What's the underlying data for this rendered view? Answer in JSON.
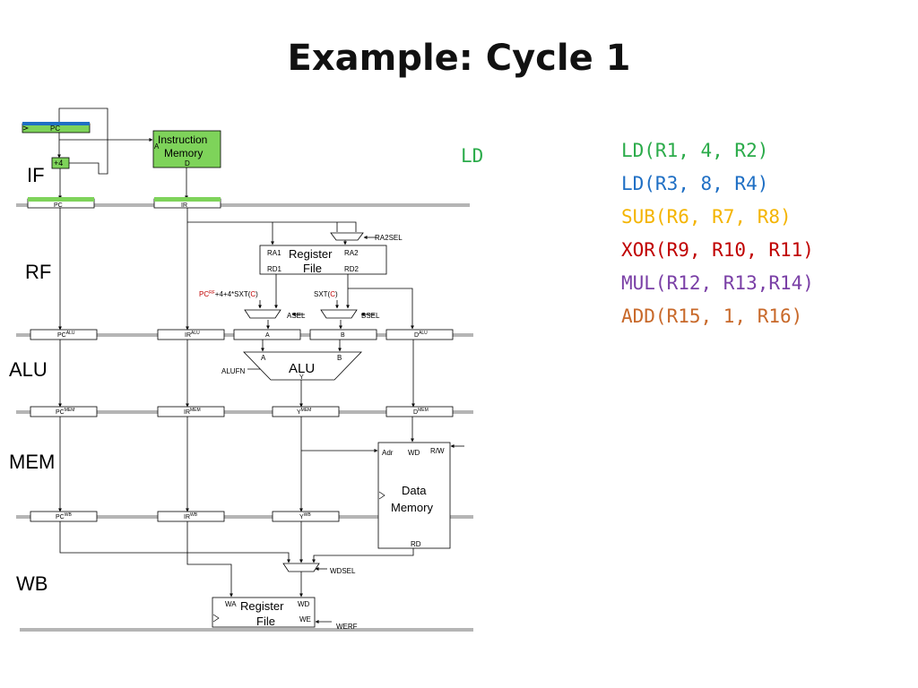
{
  "title": "Example: Cycle 1",
  "current_stage_instruction": {
    "text": "LD",
    "color": "#2bab4a"
  },
  "instructions": [
    {
      "text": "LD(R1, 4, R2)",
      "color": "#2bab4a"
    },
    {
      "text": "LD(R3, 8, R4)",
      "color": "#1f6fc4"
    },
    {
      "text": "SUB(R6, R7, R8)",
      "color": "#f4b400"
    },
    {
      "text": "XOR(R9, R10, R11)",
      "color": "#c00000"
    },
    {
      "text": "MUL(R12, R13,R14)",
      "color": "#7a3fa6"
    },
    {
      "text": "ADD(R15, 1, R16)",
      "color": "#c8692a"
    }
  ],
  "stages": [
    "IF",
    "RF",
    "ALU",
    "MEM",
    "WB"
  ],
  "diagram": {
    "pc": "PC",
    "plus4": "+4",
    "imem_line1": "Instruction",
    "imem_line2": "Memory",
    "imem_a": "A",
    "imem_d": "D",
    "pipe_pc": "PC",
    "pipe_ir": "IR",
    "ra2sel": "RA2SEL",
    "rf_label1": "Register",
    "rf_label2": "File",
    "ra1": "RA1",
    "ra2": "RA2",
    "rd1": "RD1",
    "rd2": "RD2",
    "pcrf_expr_pc": "PC",
    "pcrf_expr_sup": "RF",
    "pcrf_expr_rest": "+4+4*SXT(",
    "c_letter": "C",
    "close_paren": ")",
    "sxt_expr": "SXT(",
    "asel": "ASEL",
    "bsel": "BSEL",
    "pc_alu": "PC",
    "sup_alu": "ALU",
    "ir_alu": "IR",
    "a_reg": "A",
    "b_reg": "B",
    "d_alu": "D",
    "alu_in_a": "A",
    "alu_in_b": "B",
    "alufn": "ALUFN",
    "alu": "ALU",
    "alu_y": "Y",
    "pc_mem": "PC",
    "sup_mem": "MEM",
    "ir_mem": "IR",
    "y_mem": "Y",
    "d_mem": "D",
    "dmem_adr": "Adr",
    "dmem_wd": "WD",
    "dmem_rw": "R/W",
    "dmem_line1": "Data",
    "dmem_line2": "Memory",
    "dmem_rd": "RD",
    "pc_wb": "PC",
    "sup_wb": "WB",
    "ir_wb": "IR",
    "y_wb": "Y",
    "wdsel": "WDSEL",
    "wb_wa": "WA",
    "wb_wd": "WD",
    "wb_we": "WE",
    "werf": "WERF",
    "highlight_green": "#7ed35a",
    "highlight_blue": "#1f6fc4"
  }
}
